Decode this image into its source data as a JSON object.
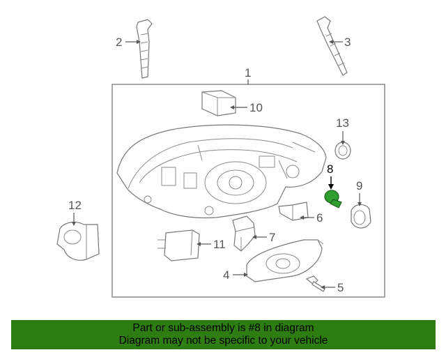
{
  "diagram": {
    "callouts": [
      "1",
      "2",
      "3",
      "4",
      "5",
      "6",
      "7",
      "8",
      "9",
      "10",
      "11",
      "12",
      "13"
    ],
    "highlighted_part": "8",
    "highlight_color": "#2e9e2e"
  },
  "banner": {
    "line1": "Part or sub-assembly is #8 in diagram",
    "line2": "Diagram may not be specific to your vehicle",
    "background": "#2e7d12"
  }
}
